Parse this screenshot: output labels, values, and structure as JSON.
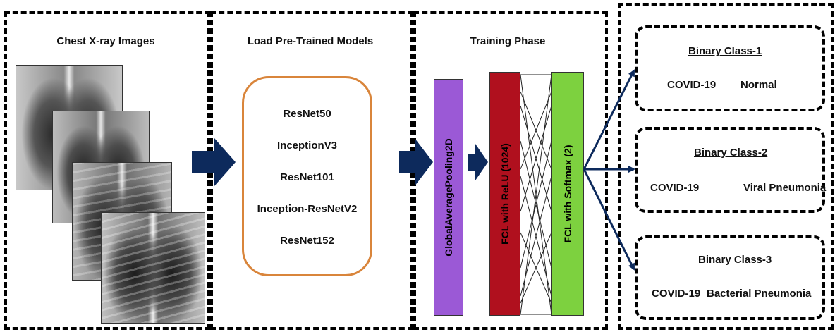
{
  "stage1": {
    "title": "Chest X-ray Images"
  },
  "stage2": {
    "title": "Load Pre-Trained Models",
    "models": [
      "ResNet50",
      "InceptionV3",
      "ResNet101",
      "Inception-ResNetV2",
      "ResNet152"
    ]
  },
  "stage3": {
    "title": "Training Phase",
    "layers": [
      {
        "label": "GlobalAveragePooling2D",
        "color": "#9b59d6",
        "text_color": "#000000"
      },
      {
        "label": "FCL with ReLU (1024)",
        "color": "#b0101e",
        "text_color": "#000000"
      },
      {
        "label": "FCL with Softmax (2)",
        "color": "#7dd13f",
        "text_color": "#000000"
      }
    ]
  },
  "stage4": {
    "classes": [
      {
        "title": "Binary Class-1",
        "left": "COVID-19",
        "right": "Normal"
      },
      {
        "title": "Binary Class-2",
        "left": "COVID-19",
        "right": "Viral Pneumonia"
      },
      {
        "title": "Binary Class-3",
        "left": "COVID-19",
        "right": "Bacterial Pneumonia"
      }
    ]
  },
  "colors": {
    "arrow": "#0d2a5c",
    "model_box_border": "#d9853b"
  }
}
